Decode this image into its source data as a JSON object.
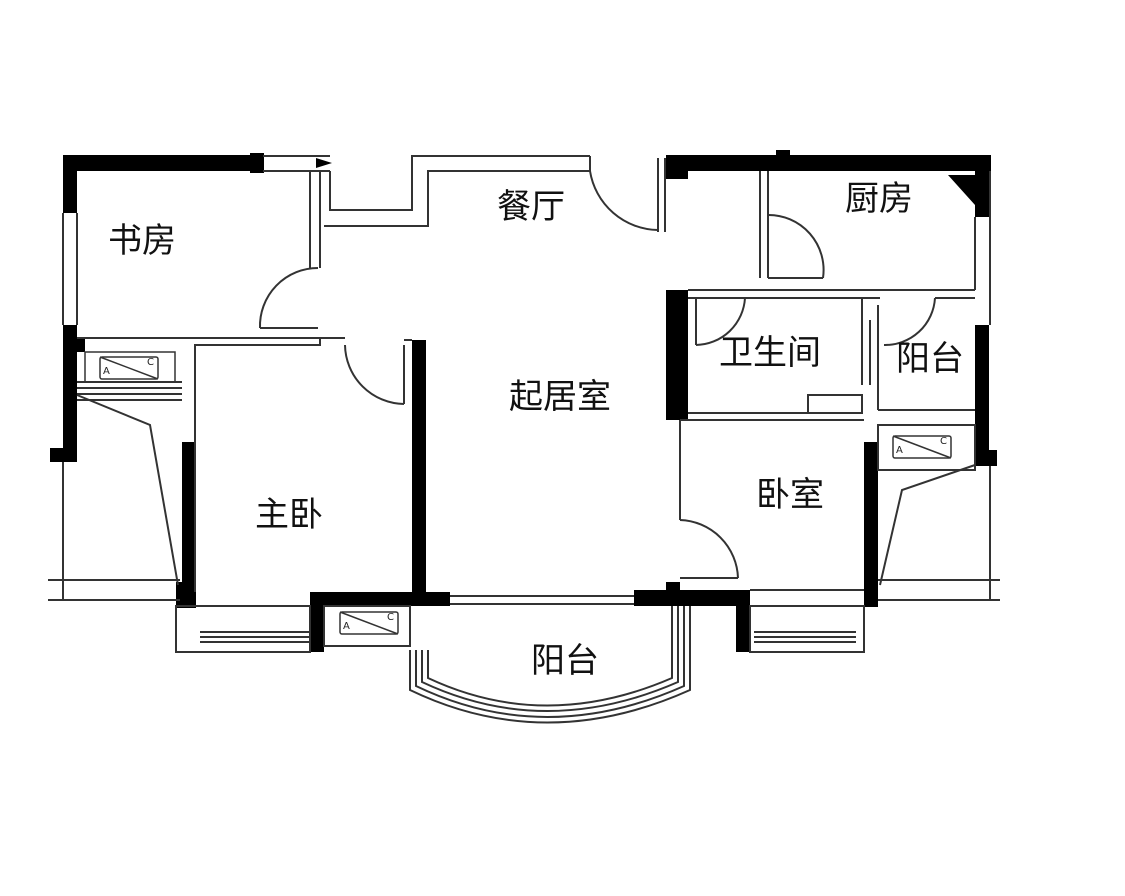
{
  "floor_plan": {
    "rooms": [
      {
        "id": "study",
        "label": "书房"
      },
      {
        "id": "dining",
        "label": "餐厅"
      },
      {
        "id": "kitchen",
        "label": "厨房"
      },
      {
        "id": "bathroom",
        "label": "卫生间"
      },
      {
        "id": "balcony_right",
        "label": "阳台"
      },
      {
        "id": "living",
        "label": "起居室"
      },
      {
        "id": "master_bedroom",
        "label": "主卧"
      },
      {
        "id": "bedroom",
        "label": "卧室"
      },
      {
        "id": "balcony_bottom",
        "label": "阳台"
      }
    ],
    "ac_units": [
      {
        "id": "ac_left",
        "a": "A",
        "c": "C"
      },
      {
        "id": "ac_right",
        "a": "A",
        "c": "C"
      },
      {
        "id": "ac_bottom",
        "a": "A",
        "c": "C"
      }
    ],
    "colors": {
      "wall": "#000000",
      "line": "#333333",
      "background": "#ffffff"
    }
  }
}
